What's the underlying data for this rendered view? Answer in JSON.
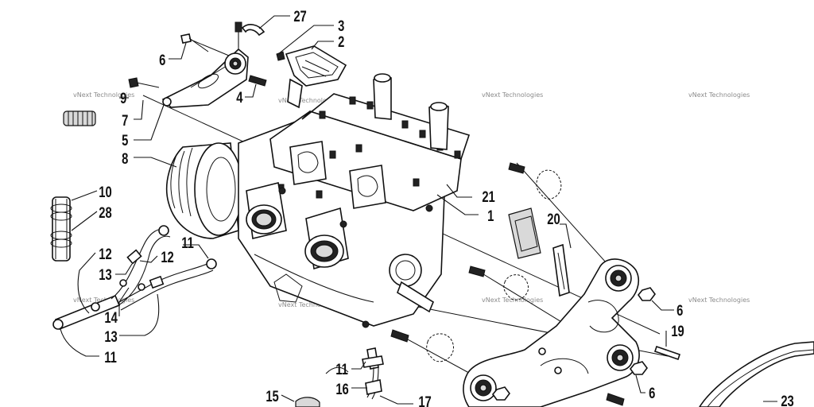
{
  "watermark": "vNext Technologies",
  "callouts": [
    {
      "id": "27",
      "label": "27"
    },
    {
      "id": "3",
      "label": "3"
    },
    {
      "id": "2",
      "label": "2"
    },
    {
      "id": "6-top",
      "label": "6"
    },
    {
      "id": "4",
      "label": "4"
    },
    {
      "id": "9-top",
      "label": "9"
    },
    {
      "id": "7",
      "label": "7"
    },
    {
      "id": "5",
      "label": "5"
    },
    {
      "id": "8",
      "label": "8"
    },
    {
      "id": "10",
      "label": "10"
    },
    {
      "id": "28",
      "label": "28"
    },
    {
      "id": "12-left",
      "label": "12"
    },
    {
      "id": "11-right",
      "label": "11"
    },
    {
      "id": "12-right",
      "label": "12"
    },
    {
      "id": "13-top",
      "label": "13"
    },
    {
      "id": "14",
      "label": "14"
    },
    {
      "id": "13-bottom",
      "label": "13"
    },
    {
      "id": "11-left",
      "label": "11"
    },
    {
      "id": "21",
      "label": "21"
    },
    {
      "id": "1",
      "label": "1"
    },
    {
      "id": "20",
      "label": "20"
    },
    {
      "id": "6-right",
      "label": "6"
    },
    {
      "id": "19",
      "label": "19"
    },
    {
      "id": "6-bottom",
      "label": "6"
    },
    {
      "id": "11-bottom",
      "label": "11"
    },
    {
      "id": "16",
      "label": "16"
    },
    {
      "id": "15",
      "label": "15"
    },
    {
      "id": "17",
      "label": "17"
    },
    {
      "id": "23",
      "label": "23"
    }
  ]
}
